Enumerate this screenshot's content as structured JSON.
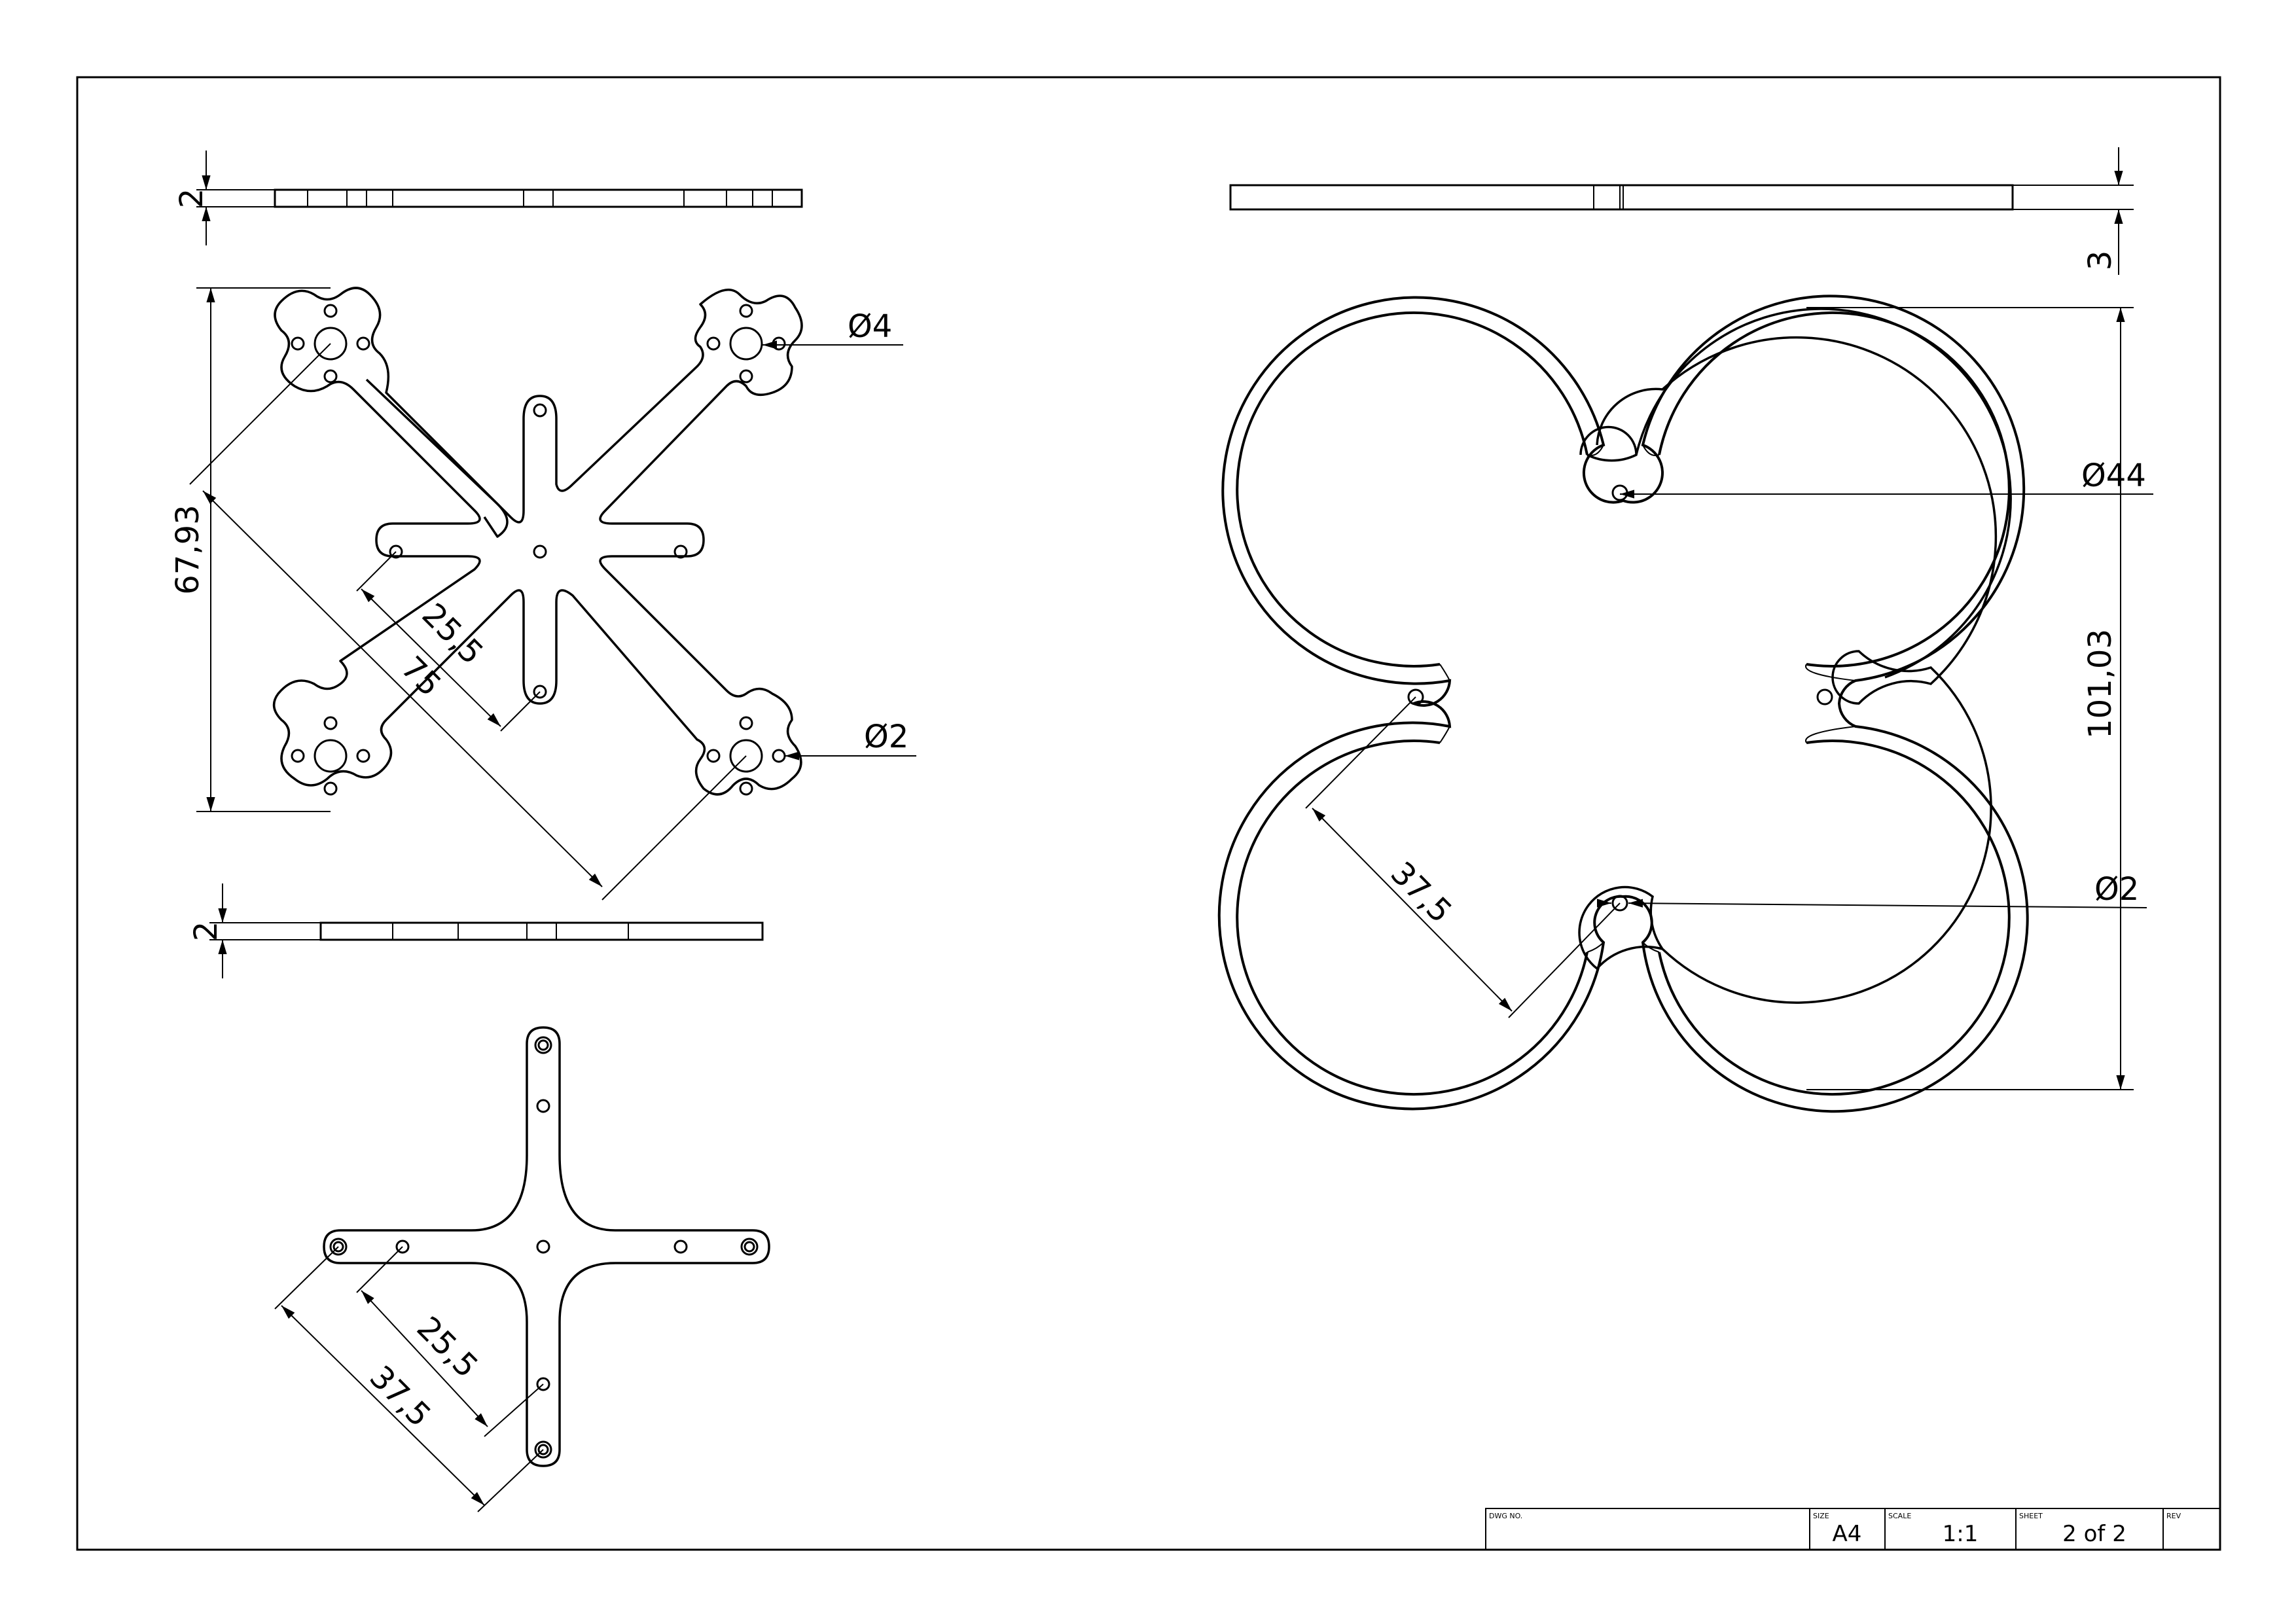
{
  "top_left_views": {
    "side_thickness_top": "2",
    "side_thickness_bottom": "2",
    "height_dim": "67,93",
    "diag_outer": "75",
    "diag_inner": "25,5",
    "hole_large": "Ø4",
    "hole_small": "Ø2"
  },
  "cross_plate": {
    "dim_inner": "25,5",
    "dim_outer": "37,5"
  },
  "frame_views": {
    "thickness": "3",
    "ring_diameter": "Ø44",
    "span": "101,03",
    "hole": "Ø2",
    "diag": "37,5"
  },
  "title_block": {
    "dwg_no_label": "DWG NO.",
    "dwg_no_value": "",
    "size_label": "SIZE",
    "size_value": "A4",
    "scale_label": "SCALE",
    "scale_value": "1:1",
    "sheet_label": "SHEET",
    "sheet_value": "2 of 2",
    "rev_label": "REV",
    "rev_value": ""
  }
}
